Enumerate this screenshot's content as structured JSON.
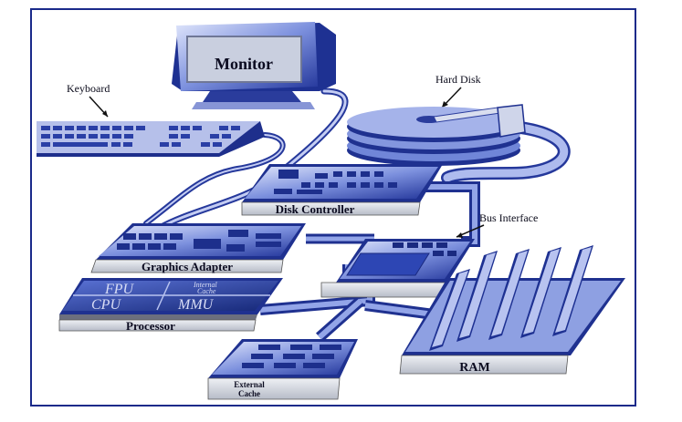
{
  "components": {
    "monitor": "Monitor",
    "keyboard": "Keyboard",
    "hard_disk": "Hard Disk",
    "disk_controller": "Disk Controller",
    "bus_interface": "Bus Interface",
    "graphics_adapter": "Graphics Adapter",
    "processor": "Processor",
    "ram": "RAM",
    "external_cache_line1": "External",
    "external_cache_line2": "Cache"
  },
  "processor_chips": {
    "fpu": "FPU",
    "internal_cache_line1": "Internal",
    "internal_cache_line2": "Cache",
    "cpu": "CPU",
    "mmu": "MMU"
  },
  "colors": {
    "frame": "#1a2a8a",
    "blue_dark": "#1c2f8f",
    "blue_mid": "#4a62c8",
    "blue_light": "#aab7ec",
    "plate": "#cfd3dc"
  }
}
